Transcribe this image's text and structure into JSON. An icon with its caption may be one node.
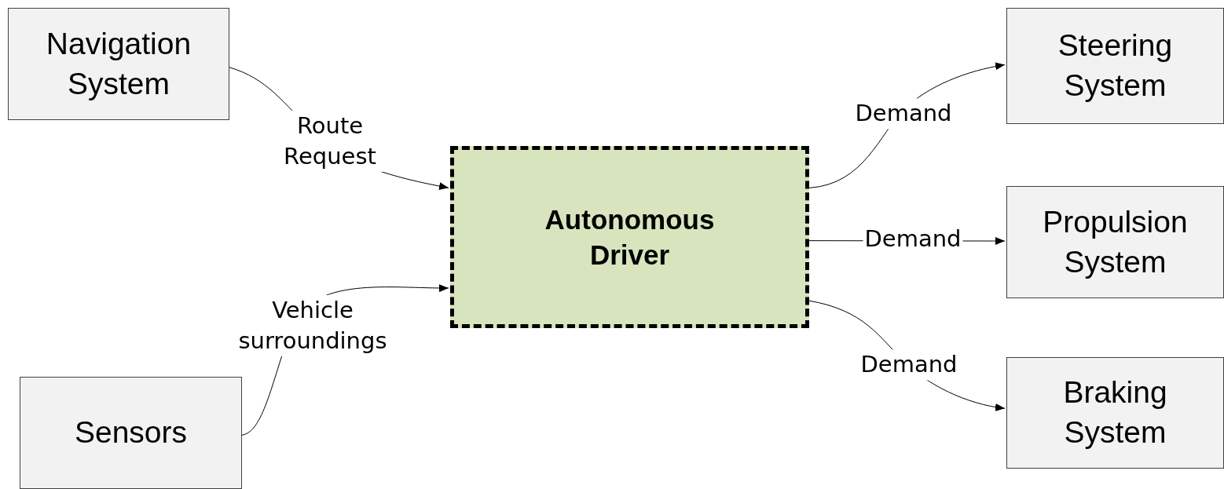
{
  "diagram": {
    "nodes": [
      {
        "text": [
          "Navigation System"
        ]
      },
      {
        "text": [
          "Sensors"
        ]
      },
      {
        "text": [
          "Autonomous Driver"
        ]
      },
      {
        "text": [
          "Steering System"
        ]
      },
      {
        "text": [
          "Propulsion System"
        ]
      },
      {
        "text": [
          "Braking System"
        ]
      }
    ],
    "edges": [
      {
        "from": 0,
        "to": 2,
        "arrow": "to",
        "label": "Route Request"
      },
      {
        "from": 1,
        "to": 2,
        "arrow": "to",
        "label": "Vehicle surroundings"
      },
      {
        "from": 2,
        "to": 3,
        "arrow": "to",
        "label": "Demand"
      },
      {
        "from": 2,
        "to": 4,
        "arrow": "to",
        "label": "Demand"
      },
      {
        "from": 2,
        "to": 5,
        "arrow": "to",
        "label": "Demand"
      }
    ]
  }
}
